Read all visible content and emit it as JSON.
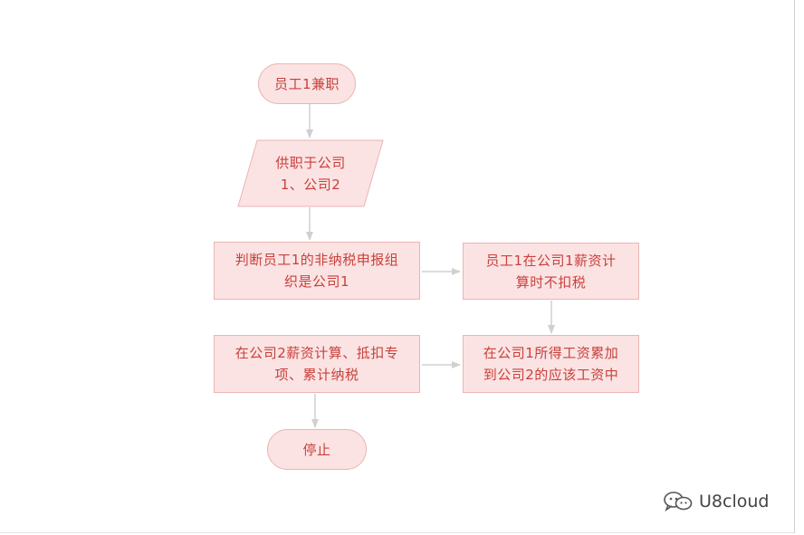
{
  "flowchart": {
    "nodes": {
      "start": "员工1兼职",
      "employment": "供职于公司\n1、公司2",
      "judge": "判断员工1的非纳税申报组\n织是公司1",
      "no_withholding": "员工1在公司1薪资计\n算时不扣税",
      "accumulate": "在公司1所得工资累加\n到公司2的应该工资中",
      "company2_calc": "在公司2薪资计算、抵扣专\n项、累计纳税",
      "stop": "停止"
    },
    "edges": [
      {
        "from": "start",
        "to": "employment"
      },
      {
        "from": "employment",
        "to": "judge"
      },
      {
        "from": "judge",
        "to": "no_withholding"
      },
      {
        "from": "no_withholding",
        "to": "accumulate"
      },
      {
        "from": "company2_calc",
        "to": "accumulate"
      },
      {
        "from": "company2_calc",
        "to": "stop"
      }
    ],
    "colors": {
      "fill": "#fbe3e3",
      "border": "#eab5b3",
      "text": "#c8413c",
      "arrow": "#d0d0d0"
    }
  },
  "watermark": {
    "icon": "wechat-icon",
    "text": "U8cloud"
  }
}
